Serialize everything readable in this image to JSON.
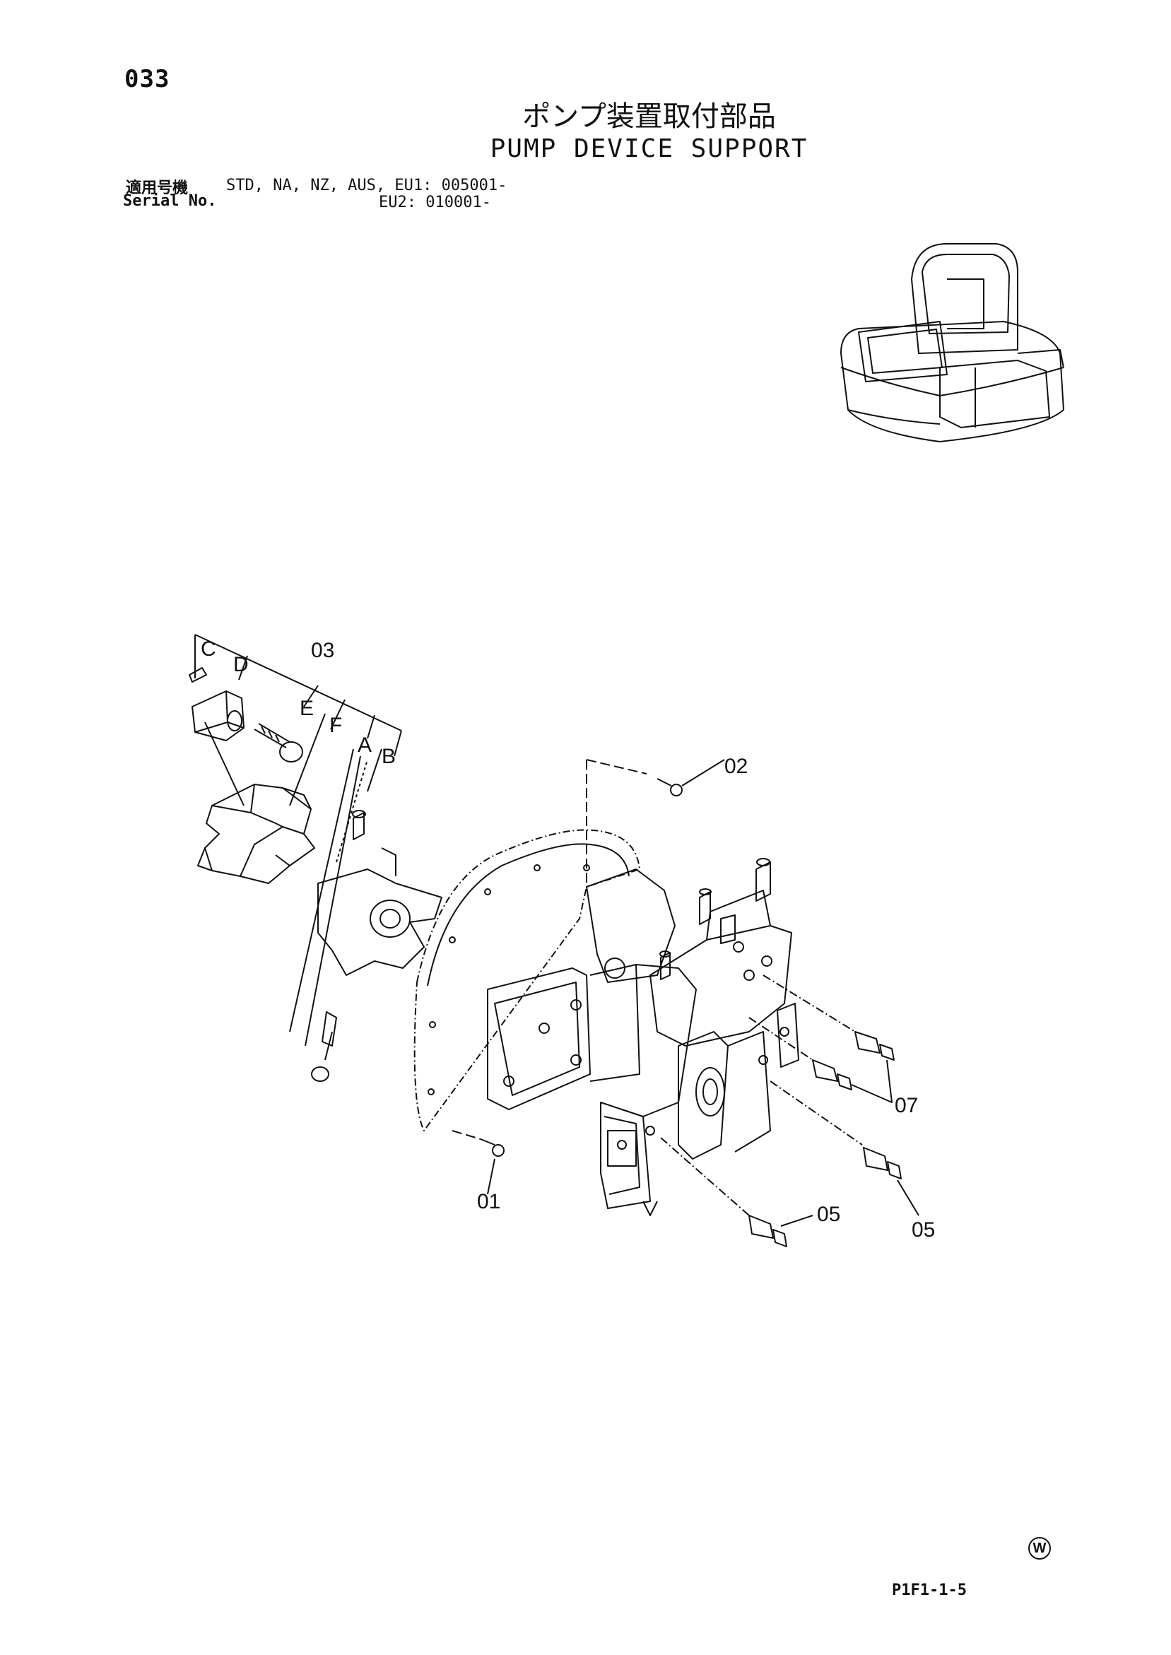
{
  "page_number": "033",
  "title_ja": "ポンプ装置取付部品",
  "title_en": "PUMP DEVICE SUPPORT",
  "serial": {
    "label_ja": "適用号機",
    "label_en": "Serial No.",
    "line1": "STD, NA, NZ, AUS, EU1: 005001-",
    "line2": "EU2: 010001-"
  },
  "callouts": {
    "c": "C",
    "d": "D",
    "group_03": "03",
    "e": "E",
    "f": "F",
    "a": "A",
    "b": "B",
    "p02": "02",
    "p07": "07",
    "p01": "01",
    "p05_left": "05",
    "p05_right": "05"
  },
  "footer": {
    "mark": "W",
    "code": "P1F1-1-5"
  }
}
